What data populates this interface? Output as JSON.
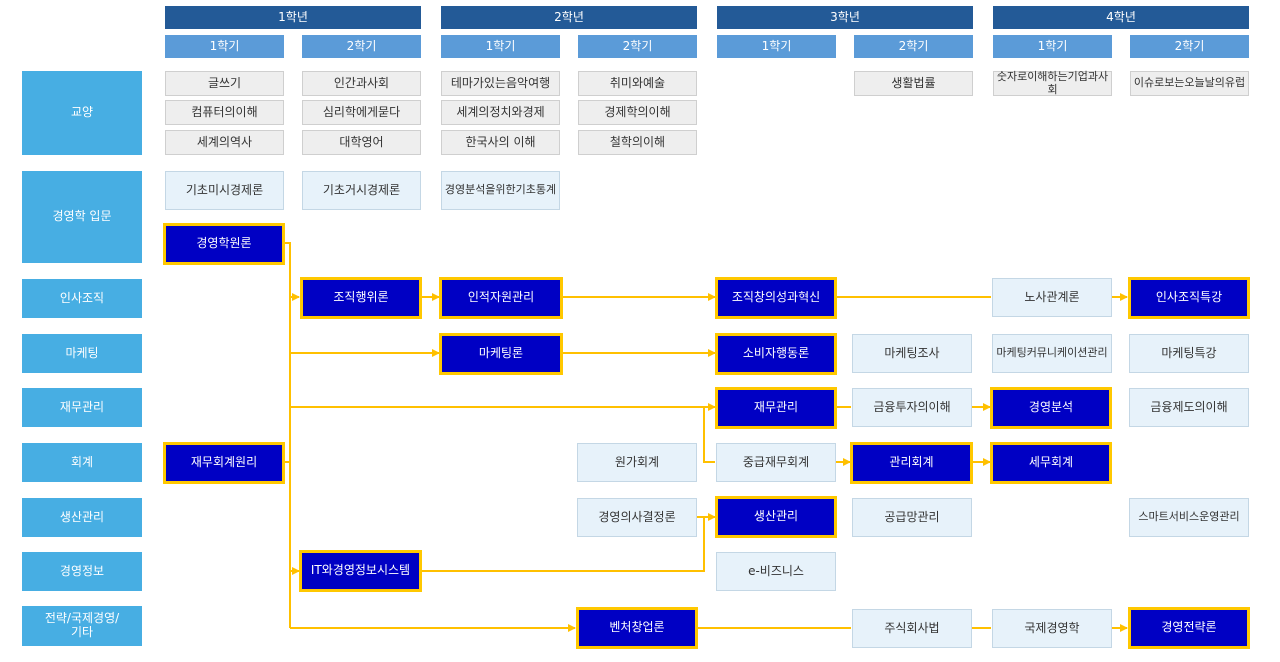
{
  "years": [
    "1학년",
    "2학년",
    "3학년",
    "4학년"
  ],
  "semesters": [
    "1학기",
    "2학기",
    "1학기",
    "2학기",
    "1학기",
    "2학기",
    "1학기",
    "2학기"
  ],
  "categories": {
    "liberal": "교양",
    "intro": "경영학 입문",
    "hr": "인사조직",
    "marketing": "마케팅",
    "finance": "재무관리",
    "accounting": "회계",
    "production": "생산관리",
    "mis": "경영정보",
    "strategy_line1": "전략/국제경영/",
    "strategy_line2": "기타"
  },
  "liberal": {
    "y1s1": [
      "글쓰기",
      "컴퓨터의이해",
      "세계의역사"
    ],
    "y1s2": [
      "인간과사회",
      "심리학에게묻다",
      "대학영어"
    ],
    "y2s1": [
      "테마가있는음악여행",
      "세계의정치와경제",
      "한국사의 이해"
    ],
    "y2s2": [
      "취미와예술",
      "경제학의이해",
      "철학의이해"
    ],
    "y3s2": [
      "생활법률"
    ],
    "y4s1": [
      "숫자로이해하는기업과사회"
    ],
    "y4s2": [
      "이슈로보는오늘날의유럽"
    ]
  },
  "intro": {
    "micro": "기초미시경제론",
    "macro": "기초거시경제론",
    "stats": "경영분석을위한기초통계",
    "principles": "경영학원론"
  },
  "courses": {
    "hr_ob": "조직행위론",
    "hr_hrm": "인적자원관리",
    "hr_innov": "조직창의성과혁신",
    "hr_labor": "노사관계론",
    "hr_special": "인사조직특강",
    "mk_principles": "마케팅론",
    "mk_consumer": "소비자행동론",
    "mk_research": "마케팅조사",
    "mk_comm": "마케팅커뮤니케이션관리",
    "mk_special": "마케팅특강",
    "fin_mgmt": "재무관리",
    "fin_invest": "금융투자의이해",
    "fin_analysis": "경영분석",
    "fin_system": "금융제도의이해",
    "acc_principles": "재무회계원리",
    "acc_cost": "원가회계",
    "acc_intermediate": "중급재무회계",
    "acc_managerial": "관리회계",
    "acc_tax": "세무회계",
    "prod_decision": "경영의사결정론",
    "prod_mgmt": "생산관리",
    "prod_scm": "공급망관리",
    "prod_smart": "스마트서비스운영관리",
    "mis_it": "IT와경영정보시스템",
    "mis_ebiz": "e-비즈니스",
    "st_venture": "벤처창업론",
    "st_corp_law": "주식회사법",
    "st_intl": "국제경영학",
    "st_strategy": "경영전략론"
  },
  "colors": {
    "year_header": "#235a97",
    "semester_header": "#5b9bd8",
    "category": "#47aee3",
    "core_fill": "#0000c4",
    "core_border": "#ffc800",
    "arrow": "#ffc000",
    "elective_fill": "#e7f2fa",
    "liberal_fill": "#eeeeee"
  }
}
